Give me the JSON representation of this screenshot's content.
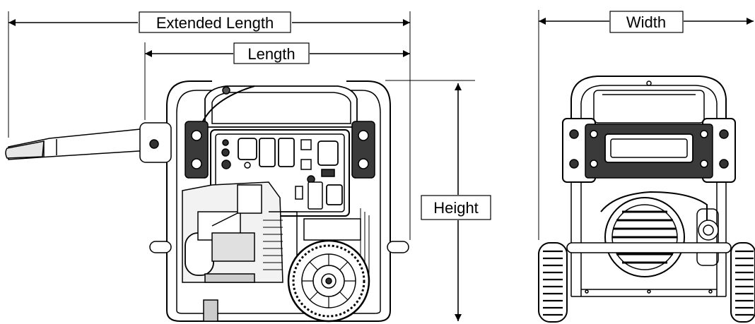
{
  "labels": {
    "extended_length": "Extended Length",
    "length": "Length",
    "height": "Height",
    "width": "Width"
  },
  "colors": {
    "line": "#000000",
    "dark": "#2b2b2b",
    "mid": "#8a8a8a",
    "light": "#d9d9d9",
    "background": "#ffffff"
  }
}
